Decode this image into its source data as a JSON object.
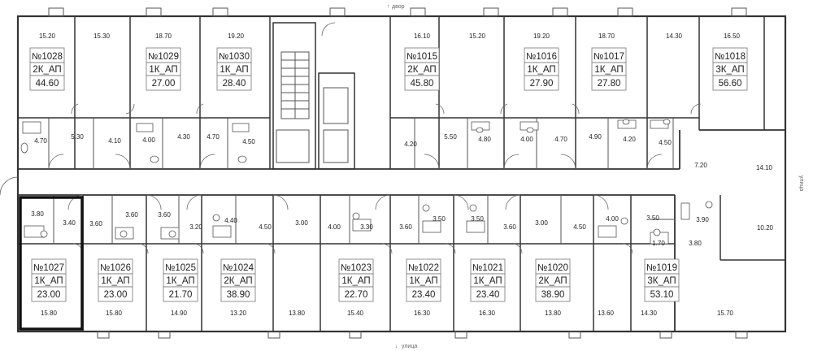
{
  "labels": {
    "door_top": "двор",
    "street_right": "улица",
    "street_bottom": "улица"
  },
  "apartments": [
    {
      "num": "№1028",
      "type": "2К_АП",
      "total": "44.60",
      "hl": false
    },
    {
      "num": "№1029",
      "type": "1К_АП",
      "total": "27.00",
      "hl": false
    },
    {
      "num": "№1030",
      "type": "1К_АП",
      "total": "28.40",
      "hl": false
    },
    {
      "num": "№1015",
      "type": "2К_АП",
      "total": "45.80",
      "hl": false
    },
    {
      "num": "№1016",
      "type": "1К_АП",
      "total": "27.90",
      "hl": false
    },
    {
      "num": "№1017",
      "type": "1К_АП",
      "total": "27.80",
      "hl": false
    },
    {
      "num": "№1018",
      "type": "3К_АП",
      "total": "56.60",
      "hl": false
    },
    {
      "num": "№1027",
      "type": "1К_АП",
      "total": "23.00",
      "hl": true
    },
    {
      "num": "№1026",
      "type": "1К_АП",
      "total": "23.00",
      "hl": false
    },
    {
      "num": "№1025",
      "type": "1К_АП",
      "total": "21.70",
      "hl": false
    },
    {
      "num": "№1024",
      "type": "2К_АП",
      "total": "38.90",
      "hl": false
    },
    {
      "num": "№1023",
      "type": "1К_АП",
      "total": "22.70",
      "hl": false
    },
    {
      "num": "№1022",
      "type": "1К_АП",
      "total": "23.40",
      "hl": false
    },
    {
      "num": "№1021",
      "type": "1К_АП",
      "total": "23.40",
      "hl": false
    },
    {
      "num": "№1020",
      "type": "2К_АП",
      "total": "38.90",
      "hl": false
    },
    {
      "num": "№1019",
      "type": "3К_АП",
      "total": "53.10",
      "hl": false
    }
  ],
  "room_areas": [
    "15.20",
    "15.30",
    "18.70",
    "19.20",
    "16.10",
    "15.20",
    "19.20",
    "18.70",
    "14.30",
    "16.50",
    "4.70",
    "5.30",
    "4.10",
    "4.00",
    "4.30",
    "4.70",
    "4.50",
    "4.20",
    "5.50",
    "4.80",
    "4.00",
    "4.70",
    "4.90",
    "4.20",
    "4.50",
    "7.20",
    "14.10",
    "3.80",
    "3.40",
    "3.60",
    "3.60",
    "3.60",
    "3.20",
    "4.40",
    "4.50",
    "3.00",
    "4.00",
    "3.30",
    "3.60",
    "3.50",
    "3.50",
    "3.60",
    "3.00",
    "4.50",
    "4.00",
    "3.50",
    "3.90",
    "10.20",
    "1.70",
    "3.80",
    "15.80",
    "15.80",
    "14.90",
    "13.20",
    "13.80",
    "15.40",
    "16.30",
    "16.30",
    "13.80",
    "13.60",
    "14.30",
    "15.70"
  ]
}
